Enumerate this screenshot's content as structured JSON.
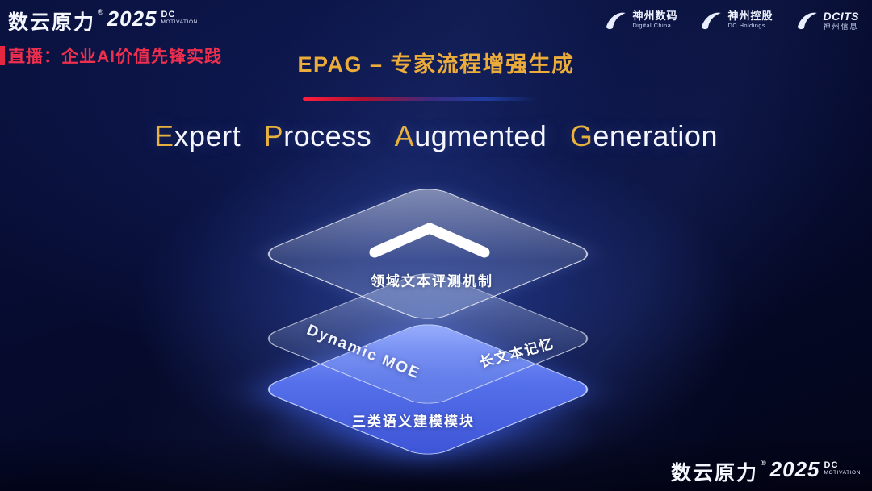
{
  "colors": {
    "gold_accent": "#ecac3a",
    "headline_cap": "#e9b23e",
    "live_red": "#ef2f4e",
    "layer_blue": "#5570ea",
    "background_navy": "#060b2e"
  },
  "header": {
    "brand": {
      "name": "数云原力",
      "reg": "®",
      "year": "2025",
      "dc": "DC",
      "motivation": "MOTIVATION"
    },
    "live_label": "直播：企业AI价值先锋实践",
    "slide_title": "EPAG – 专家流程增强生成",
    "partners": [
      {
        "name": "神州数码",
        "sub": "Digital China"
      },
      {
        "name": "神州控股",
        "sub": "DC Holdings"
      },
      {
        "name": "DCITS",
        "sub": "神州信息"
      }
    ]
  },
  "main": {
    "headline": {
      "words": [
        {
          "cap": "E",
          "rest": "xpert"
        },
        {
          "cap": "P",
          "rest": "rocess"
        },
        {
          "cap": "A",
          "rest": "ugmented"
        },
        {
          "cap": "G",
          "rest": "eneration"
        }
      ]
    },
    "stack": {
      "top_label": "领域文本评测机制",
      "middle_left_label": "Dynamic MOE",
      "middle_right_label": "长文本记忆",
      "bottom_label": "三类语义建模模块"
    }
  },
  "footer": {
    "brand": {
      "name": "数云原力",
      "reg": "®",
      "year": "2025",
      "dc": "DC",
      "motivation": "MOTIVATION"
    }
  }
}
